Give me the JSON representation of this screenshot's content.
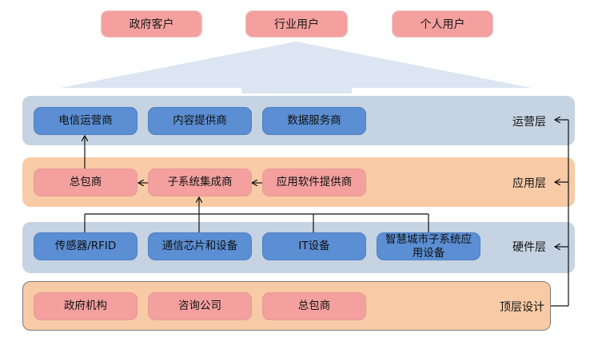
{
  "top_boxes": [
    "政府客户",
    "行业用户",
    "个人用户"
  ],
  "layers": {
    "operation": {
      "label": "运营层",
      "boxes": [
        "电信运营商",
        "内容提供商",
        "数据服务商"
      ]
    },
    "application": {
      "label": "应用层",
      "boxes": [
        "总包商",
        "子系统集成商",
        "应用软件提供商"
      ]
    },
    "hardware": {
      "label": "硬件层",
      "boxes": [
        "传感器/RFID",
        "通信芯片和设备",
        "IT设备",
        "智慧城市子系统应用设备"
      ]
    },
    "design": {
      "label": "顶层设计",
      "boxes": [
        "政府机构",
        "咨询公司",
        "总包商"
      ]
    }
  },
  "colors": {
    "blue_layer": "#C5D3E2",
    "peach_layer": "#F8CBA6",
    "blue_box": "#5B8ED3",
    "pink_box": "#F4A09F",
    "big_arrow": "#DCE6F2"
  }
}
